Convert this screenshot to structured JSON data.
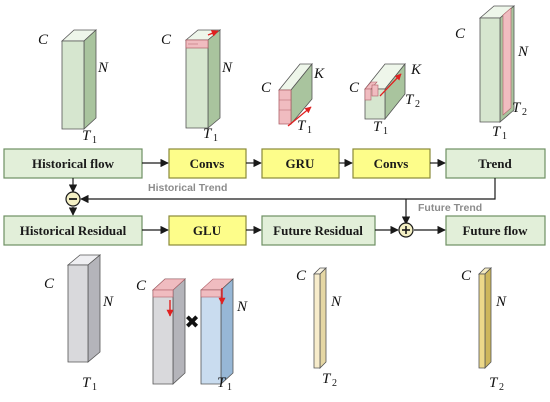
{
  "boxes": {
    "historical_flow": "Historical flow",
    "convs_1": "Convs",
    "gru": "GRU",
    "convs_2": "Convs",
    "trend": "Trend",
    "historical_residual": "Historical Residual",
    "glu": "GLU",
    "future_residual": "Future Residual",
    "future_flow": "Future flow"
  },
  "annotations": {
    "historical_trend": "Historical Trend",
    "future_trend": "Future Trend"
  },
  "operators": {
    "subtract": "−",
    "add": "+",
    "drop": "✖"
  },
  "symbols": {
    "C": "C",
    "N": "N",
    "K": "K",
    "T": "T",
    "sub1": "1",
    "sub2": "2"
  },
  "colors": {
    "flow_box_fill": "#e2efd9",
    "flow_box_stroke": "#6f8f63",
    "op_box_fill": "#fdfd8a",
    "op_box_stroke": "#8a8a3a",
    "green_tensor": "#d6e6cf",
    "gray_tensor": "#d9d9dc",
    "blue_tensor": "#c9dcef",
    "beige_tensor": "#f7eccb",
    "yellow_tensor": "#ecd88a",
    "pink_slice": "#f0bcc0",
    "red_arrow": "#e02020",
    "arrow_line": "#1a1a1a"
  }
}
